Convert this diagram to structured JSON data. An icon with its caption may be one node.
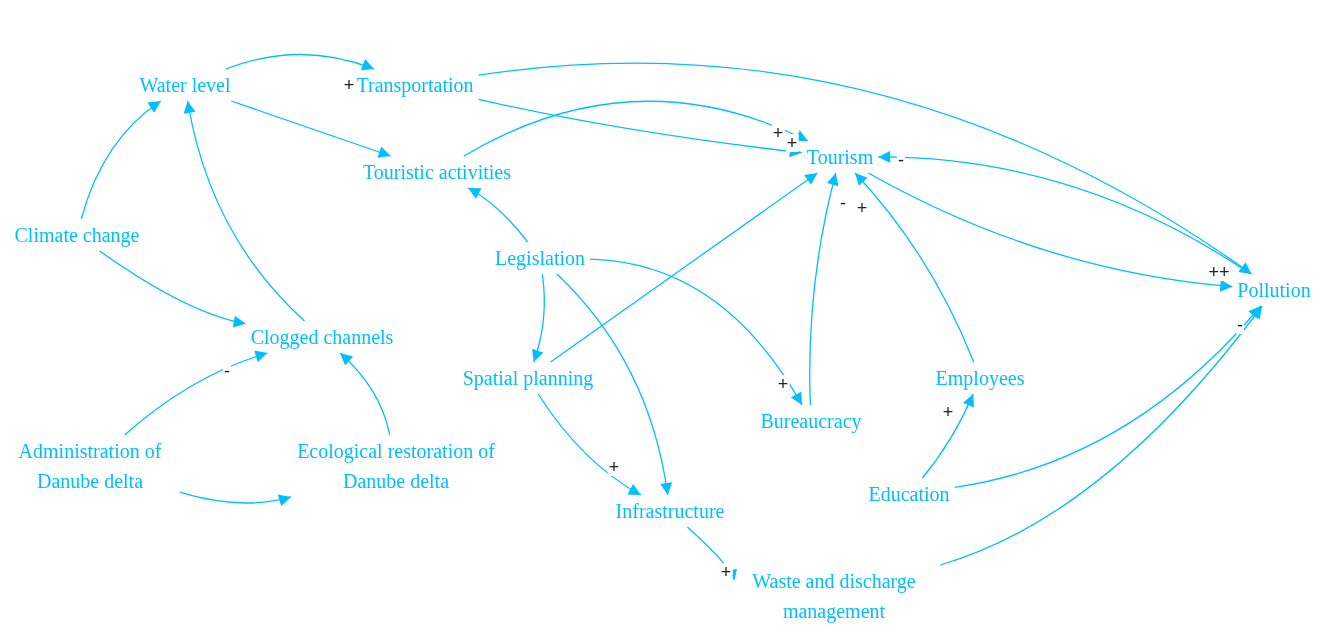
{
  "diagram": {
    "nodes": [
      {
        "text": [
          "Water level"
        ]
      },
      {
        "text": [
          "Transportation"
        ]
      },
      {
        "text": [
          "Touristic activities"
        ]
      },
      {
        "text": [
          "Tourism"
        ]
      },
      {
        "text": [
          "Climate change"
        ]
      },
      {
        "text": [
          "Legislation"
        ]
      },
      {
        "text": [
          "Pollution"
        ]
      },
      {
        "text": [
          "Clogged channels"
        ]
      },
      {
        "text": [
          "Spatial planning"
        ]
      },
      {
        "text": [
          "Employees"
        ]
      },
      {
        "text": [
          "Bureaucracy"
        ]
      },
      {
        "text": [
          "Administration of Danube delta"
        ]
      },
      {
        "text": [
          "Ecological restoration of Danube delta"
        ]
      },
      {
        "text": [
          "Education"
        ]
      },
      {
        "text": [
          "Infrastructure"
        ]
      },
      {
        "text": [
          "Waste and discharge management"
        ]
      }
    ],
    "edges": [
      {
        "from": 0,
        "to": 1,
        "arrow": "to",
        "label": "+"
      },
      {
        "from": 0,
        "to": 2,
        "arrow": "to"
      },
      {
        "from": 1,
        "to": 3,
        "arrow": "to",
        "label": "+"
      },
      {
        "from": 1,
        "to": 6,
        "arrow": "to"
      },
      {
        "from": 2,
        "to": 3,
        "arrow": "to",
        "label": "+"
      },
      {
        "from": 4,
        "to": 0,
        "arrow": "to"
      },
      {
        "from": 4,
        "to": 7,
        "arrow": "to"
      },
      {
        "from": 7,
        "to": 0,
        "arrow": "to"
      },
      {
        "from": 11,
        "to": 7,
        "arrow": "to",
        "label": "-"
      },
      {
        "from": 11,
        "to": 12,
        "arrow": "to"
      },
      {
        "from": 12,
        "to": 7,
        "arrow": "to"
      },
      {
        "from": 5,
        "to": 2,
        "arrow": "to"
      },
      {
        "from": 5,
        "to": 8,
        "arrow": "to"
      },
      {
        "from": 5,
        "to": 10,
        "arrow": "to",
        "label": "+"
      },
      {
        "from": 5,
        "to": 14,
        "arrow": "to"
      },
      {
        "from": 8,
        "to": 3,
        "arrow": "to"
      },
      {
        "from": 8,
        "to": 14,
        "arrow": "to",
        "label": "+"
      },
      {
        "from": 10,
        "to": 3,
        "arrow": "to",
        "label": "-"
      },
      {
        "from": 9,
        "to": 3,
        "arrow": "to",
        "label": "+"
      },
      {
        "from": 3,
        "to": 6,
        "arrow": "to",
        "label": "++"
      },
      {
        "from": 6,
        "to": 3,
        "arrow": "to",
        "label": "-"
      },
      {
        "from": 13,
        "to": 9,
        "arrow": "to",
        "label": "+"
      },
      {
        "from": 13,
        "to": 6,
        "arrow": "to",
        "label": "-"
      },
      {
        "from": 15,
        "to": 6,
        "arrow": "to"
      },
      {
        "from": 14,
        "to": 15,
        "arrow": "to",
        "label": "+"
      }
    ]
  }
}
